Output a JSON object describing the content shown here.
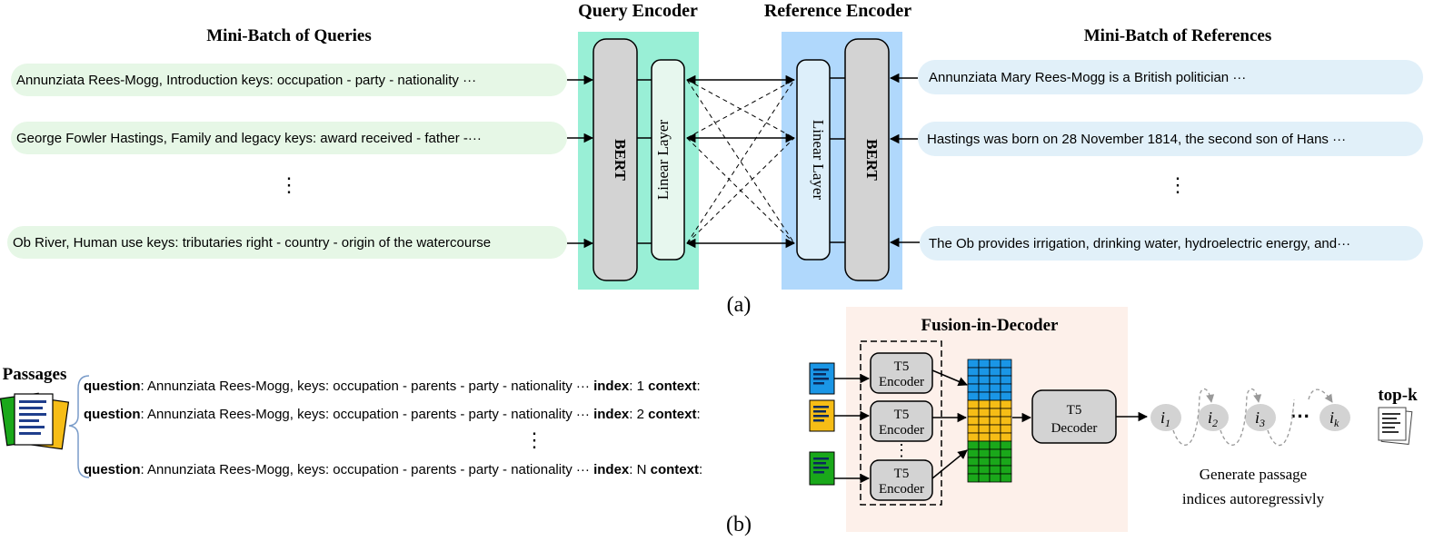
{
  "part_a": {
    "label": "(a)",
    "query_encoder_title": "Query Encoder",
    "reference_encoder_title": "Reference Encoder",
    "queries_heading": "Mini-Batch of Queries",
    "references_heading": "Mini-Batch of References",
    "bert_label": "BERT",
    "linear_label": "Linear Layer",
    "ellipsis": "⋮",
    "queries": [
      "Annunziata Rees-Mogg, Introduction keys: occupation - party - nationality ···",
      "George Fowler Hastings, Family and legacy keys: award received - father -···",
      "Ob River, Human use keys: tributaries right - country - origin of the watercourse"
    ],
    "references": [
      "Annunziata Mary Rees-Mogg is a British politician ···",
      "Hastings was born on 28 November 1814, the second son of Hans ···",
      "The Ob provides irrigation, drinking water, hydroelectric energy, and···"
    ]
  },
  "part_b": {
    "label": "(b)",
    "passages_label": "Passages",
    "fid_title": "Fusion-in-Decoder",
    "encoder_label_line1": "T5",
    "encoder_label_line2": "Encoder",
    "decoder_label_line1": "T5",
    "decoder_label_line2": "Decoder",
    "top_k_label": "top-k",
    "generate_caption_line1": "Generate passage",
    "generate_caption_line2": "indices autoregressivly",
    "vertical_ellipsis": "⋮",
    "horizontal_ellipsis": "···",
    "passage_rows": [
      {
        "q_key": "question",
        "q_text": ": Annunziata Rees-Mogg, keys: occupation - parents - party - nationality ···",
        "idx_key": "index",
        "idx_val": ": 1",
        "ctx_key": "context",
        "ctx_colon": ":"
      },
      {
        "q_key": "question",
        "q_text": ": Annunziata Rees-Mogg, keys: occupation - parents - party - nationality ···",
        "idx_key": "index",
        "idx_val": ": 2",
        "ctx_key": "context",
        "ctx_colon": ":"
      },
      {
        "q_key": "question",
        "q_text": ": Annunziata Rees-Mogg, keys: occupation - parents - party - nationality ···",
        "idx_key": "index",
        "idx_val": ": N",
        "ctx_key": "context",
        "ctx_colon": ":"
      }
    ],
    "indices": [
      {
        "base": "i",
        "sub": "1"
      },
      {
        "base": "i",
        "sub": "2"
      },
      {
        "base": "i",
        "sub": "3"
      },
      {
        "base": "i",
        "sub": "k"
      }
    ]
  },
  "colors": {
    "query_encoder_bg": "#99efd6",
    "reference_encoder_bg": "#b0d8fc",
    "query_bubble": "#e6f7e6",
    "reference_bubble": "#e1f0f9",
    "fid_bg": "#fdf0ea",
    "blue": "#1a96e6",
    "yellow": "#f6bd16",
    "green": "#1aa81a"
  }
}
